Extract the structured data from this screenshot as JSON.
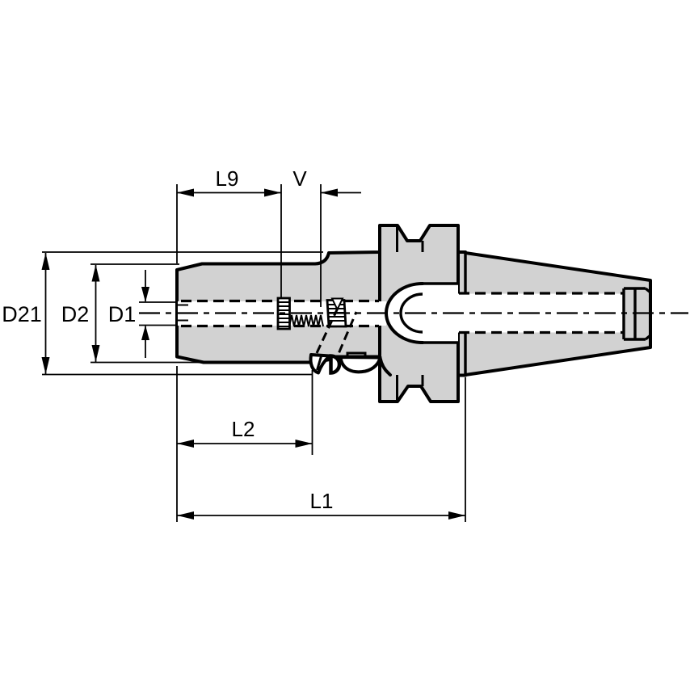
{
  "drawing": {
    "background": "#ffffff",
    "line_color": "#000000",
    "body_fill": "#d2d2d2",
    "dimension_labels": {
      "l9": "L9",
      "v": "V",
      "d21": "D21",
      "d2": "D2",
      "d1": "D1",
      "l2": "L2",
      "l1": "L1"
    }
  }
}
